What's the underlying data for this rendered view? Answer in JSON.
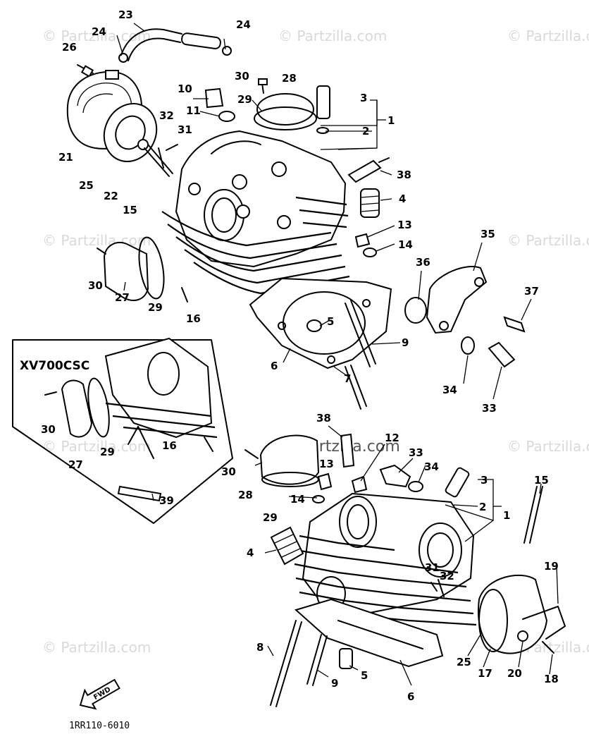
{
  "watermark": "© Partzilla.com",
  "inset": {
    "title": "XV700CSC"
  },
  "fwd_label": "FWD",
  "diagram_code": "1RR110-6010",
  "callouts": {
    "c23": "23",
    "c24a": "24",
    "c24b": "24",
    "c26": "26",
    "c30a": "30",
    "c28a": "28",
    "c29a": "29",
    "c10": "10",
    "c11": "11",
    "c3a": "3",
    "c2a": "2",
    "c1a": "1",
    "c32a": "32",
    "c31a": "31",
    "c38a": "38",
    "c4a": "4",
    "c21": "21",
    "c25a": "25",
    "c22": "22",
    "c15a": "15",
    "c13a": "13",
    "c14a": "14",
    "c35": "35",
    "c36": "36",
    "c37": "37",
    "c30b": "30",
    "c27a": "27",
    "c29b": "29",
    "c16a": "16",
    "c5a": "5",
    "c9a": "9",
    "c6a": "6",
    "c7": "7",
    "c34a": "34",
    "c33a": "33",
    "c30c": "30",
    "c29c": "29",
    "c27b": "27",
    "c16b": "16",
    "c39": "39",
    "c38b": "38",
    "c12": "12",
    "c33b": "33",
    "c34b": "34",
    "c3b": "3",
    "c2b": "2",
    "c1b": "1",
    "c15b": "15",
    "c30d": "30",
    "c13b": "13",
    "c28b": "28",
    "c14b": "14",
    "c29d": "29",
    "c4b": "4",
    "c31b": "31",
    "c32b": "32",
    "c19": "19",
    "c8": "8",
    "c25b": "25",
    "c17": "17",
    "c20": "20",
    "c18": "18",
    "c9b": "9",
    "c5b": "5",
    "c6b": "6"
  }
}
